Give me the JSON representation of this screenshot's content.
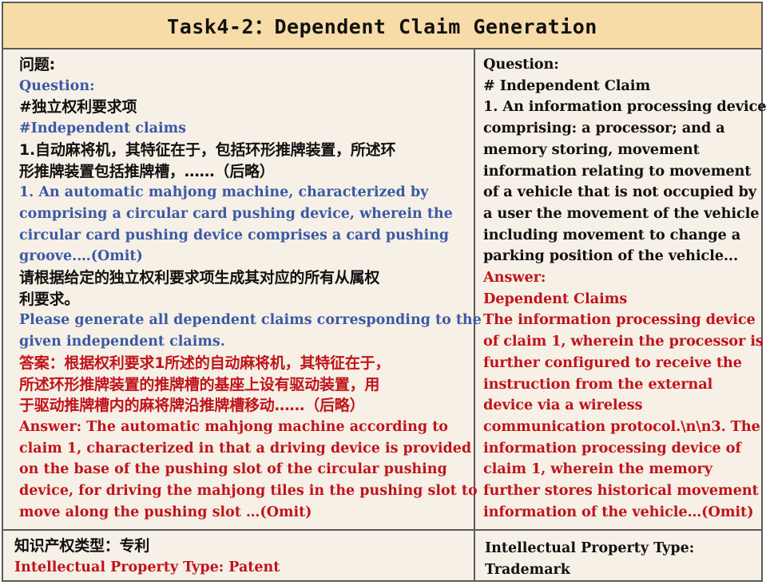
{
  "title": "Task4-2：Dependent Claim Generation",
  "left": {
    "lines": [
      {
        "text": "问题:",
        "lang": "zh",
        "color": "black"
      },
      {
        "text": "Question:",
        "lang": "en",
        "color": "blue"
      },
      {
        "text": "#独立权利要求项",
        "lang": "zh",
        "color": "black"
      },
      {
        "text": "#Independent claims",
        "lang": "en",
        "color": "blue"
      },
      {
        "text": "1.自动麻将机，其特征在于，包括环形推牌装置，所述环",
        "lang": "zh",
        "color": "black"
      },
      {
        "text": "形推牌装置包括推牌槽，……（后略）",
        "lang": "zh",
        "color": "black"
      },
      {
        "text": "1. An automatic mahjong machine, characterized by",
        "lang": "en",
        "color": "blue"
      },
      {
        "text": "comprising a circular card pushing device, wherein the",
        "lang": "en",
        "color": "blue"
      },
      {
        "text": "circular card pushing device comprises a card pushing",
        "lang": "en",
        "color": "blue"
      },
      {
        "text": "groove.…(Omit)",
        "lang": "en",
        "color": "blue"
      },
      {
        "text": "请根据给定的独立权利要求项生成其对应的所有从属权",
        "lang": "zh",
        "color": "black"
      },
      {
        "text": "利要求。",
        "lang": "zh",
        "color": "black"
      },
      {
        "text": "Please generate all dependent claims corresponding to the",
        "lang": "en",
        "color": "blue"
      },
      {
        "text": "given independent claims.",
        "lang": "en",
        "color": "blue"
      },
      {
        "text": "答案：根据权利要求1所述的自动麻将机，其特征在于，",
        "lang": "zh",
        "color": "red"
      },
      {
        "text": "所述环形推牌装置的推牌槽的基座上设有驱动装置，用",
        "lang": "zh",
        "color": "red"
      },
      {
        "text": "于驱动推牌槽内的麻将牌沿推牌槽移动……（后略）",
        "lang": "zh",
        "color": "red"
      },
      {
        "text": "Answer:  The automatic mahjong machine according to",
        "lang": "en",
        "color": "red"
      },
      {
        "text": "claim 1, characterized in that a driving device is provided",
        "lang": "en",
        "color": "red"
      },
      {
        "text": "on the base of the pushing slot of the circular pushing",
        "lang": "en",
        "color": "red"
      },
      {
        "text": "device, for driving the mahjong tiles in the pushing slot to",
        "lang": "en",
        "color": "red"
      },
      {
        "text": "move along the pushing slot …(Omit)",
        "lang": "en",
        "color": "red"
      }
    ]
  },
  "right": {
    "lines": [
      {
        "text": "Question:",
        "color": "black"
      },
      {
        "text": "# Independent Claim",
        "color": "black"
      },
      {
        "text": "1. An information processing device",
        "color": "black"
      },
      {
        "text": "comprising: a processor; and a",
        "color": "black"
      },
      {
        "text": "memory storing, movement",
        "color": "black"
      },
      {
        "text": "information relating to movement",
        "color": "black"
      },
      {
        "text": "of a vehicle that is not occupied by",
        "color": "black"
      },
      {
        "text": "a user the movement of the vehicle",
        "color": "black"
      },
      {
        "text": "including movement to change a",
        "color": "black"
      },
      {
        "text": "parking position of the vehicle...",
        "color": "black"
      },
      {
        "text": "Answer:",
        "color": "red"
      },
      {
        "text": "Dependent Claims",
        "color": "red"
      },
      {
        "text": "The information processing device",
        "color": "red"
      },
      {
        "text": "of claim 1, wherein the processor is",
        "color": "red"
      },
      {
        "text": "further configured to receive the",
        "color": "red"
      },
      {
        "text": "instruction from the external",
        "color": "red"
      },
      {
        "text": "device via a wireless",
        "color": "red"
      },
      {
        "text": "communication protocol.\\n\\n3. The",
        "color": "red"
      },
      {
        "text": "information processing device of",
        "color": "red"
      },
      {
        "text": "claim 1, wherein the memory",
        "color": "red"
      },
      {
        "text": "further stores historical movement",
        "color": "red"
      },
      {
        "text": "information of the vehicle…(Omit)",
        "color": "red"
      }
    ]
  },
  "footer_left": {
    "label_zh": "知识产权类型：专利",
    "label_en": "Intellectual Property Type: Patent"
  },
  "footer_right": {
    "line1": "Intellectual Property Type:",
    "line2": "Trademark"
  }
}
